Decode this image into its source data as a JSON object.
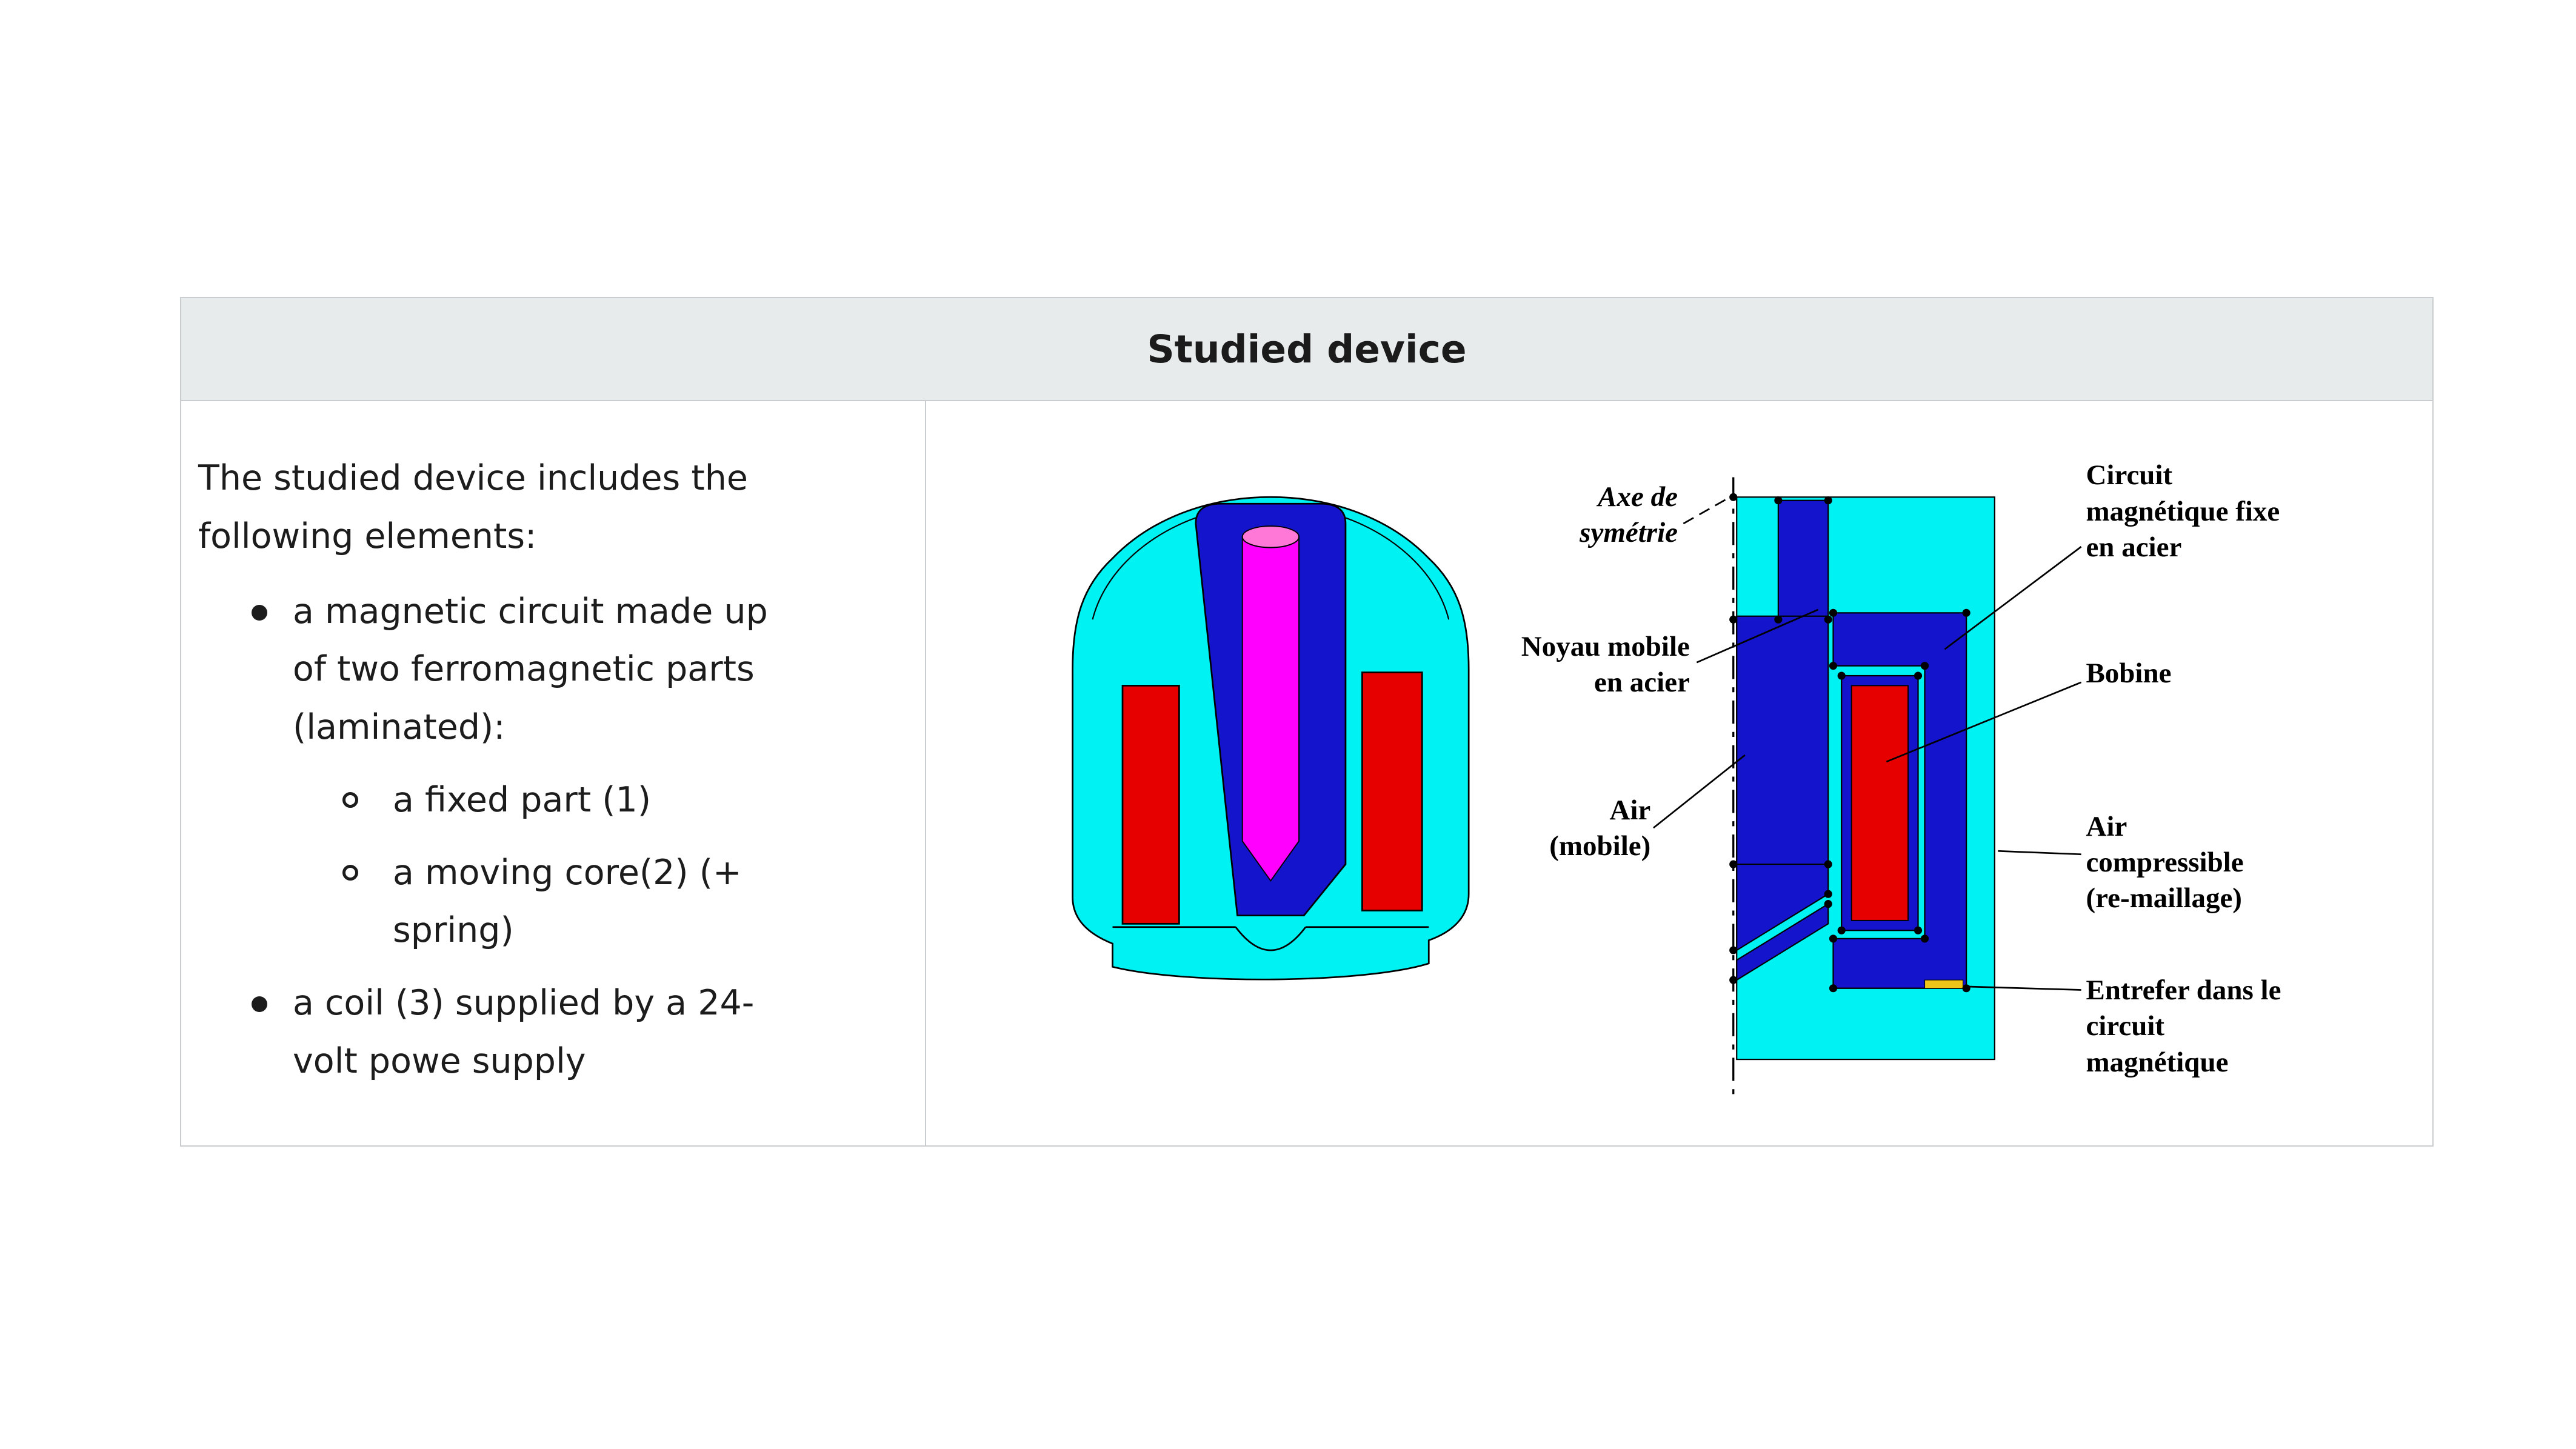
{
  "header": {
    "title": "Studied device"
  },
  "left_panel": {
    "intro": "The studied device includes the following elements:",
    "bullets": [
      {
        "text": "a magnetic circuit made up of two ferromagnetic parts (laminated):",
        "children": [
          "a fixed part (1)",
          "a moving core(2) (+ spring)"
        ]
      },
      {
        "text": "a coil (3) supplied by a 24-volt powe supply"
      }
    ]
  },
  "figure": {
    "labels": {
      "axe": {
        "lines": [
          "Axe de",
          "symétrie"
        ]
      },
      "circuit_fixe": {
        "lines": [
          "Circuit",
          "magnétique fixe",
          "en acier"
        ]
      },
      "noyau": {
        "lines": [
          "Noyau mobile",
          "en acier"
        ]
      },
      "bobine": {
        "lines": [
          "Bobine"
        ]
      },
      "air_mobile": {
        "lines": [
          "Air",
          "(mobile)"
        ]
      },
      "air_compressible": {
        "lines": [
          "Air",
          "compressible",
          "(re-maillage)"
        ]
      },
      "entrefer": {
        "lines": [
          "Entrefer dans le",
          "circuit",
          "magnétique"
        ]
      }
    },
    "colors": {
      "cyan": "#00f2f2",
      "blue": "#1414cc",
      "red": "#e60000",
      "magenta": "#ff00ff",
      "pink": "#ff78d8",
      "gap_yellow": "#f0c419"
    }
  }
}
